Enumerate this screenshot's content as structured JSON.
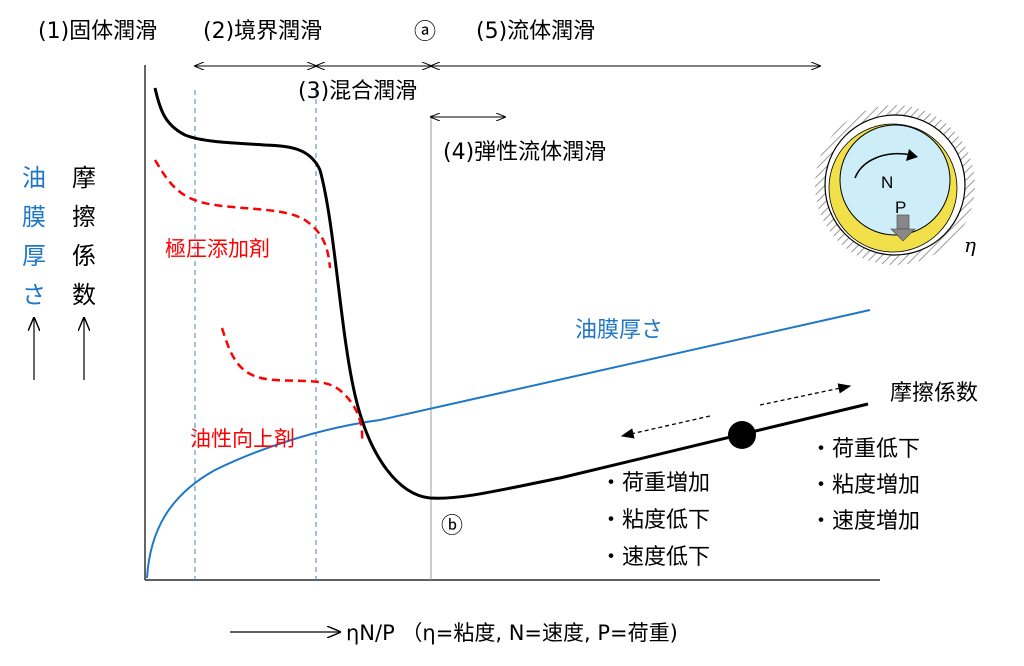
{
  "regimes": {
    "solid": "(1)固体潤滑",
    "boundary": "(2)境界潤滑",
    "point_a": "ⓐ",
    "fluid": "(5)流体潤滑",
    "mixed": "(3)混合潤滑",
    "ehl": "(4)弾性流体潤滑"
  },
  "y_axis": {
    "oil_film": [
      "油",
      "膜",
      "厚",
      "さ"
    ],
    "friction": [
      "摩",
      "擦",
      "係",
      "数"
    ],
    "arrow": "↑"
  },
  "curves": {
    "ep_additive": "極圧添加剤",
    "oiliness_improver": "油性向上剤",
    "oil_film_thickness": "油膜厚さ",
    "friction_coefficient": "摩擦係数"
  },
  "point_b": "ⓑ",
  "left_conditions": [
    "・荷重増加",
    "・粘度低下",
    "・速度低下"
  ],
  "right_conditions": [
    "・荷重低下",
    "・粘度増加",
    "・速度増加"
  ],
  "bearing": {
    "n_label": "N",
    "p_label": "P",
    "eta_label": "η"
  },
  "x_axis_label": "ηN/P （η=粘度, N=速度, P=荷重)",
  "colors": {
    "friction": "#000000",
    "oil_film": "#1f77c8",
    "additive": "#ff0000",
    "guide": "#4a7fc0",
    "bearing_outer": "#f2e04a",
    "bearing_inner": "#cdeef8"
  }
}
